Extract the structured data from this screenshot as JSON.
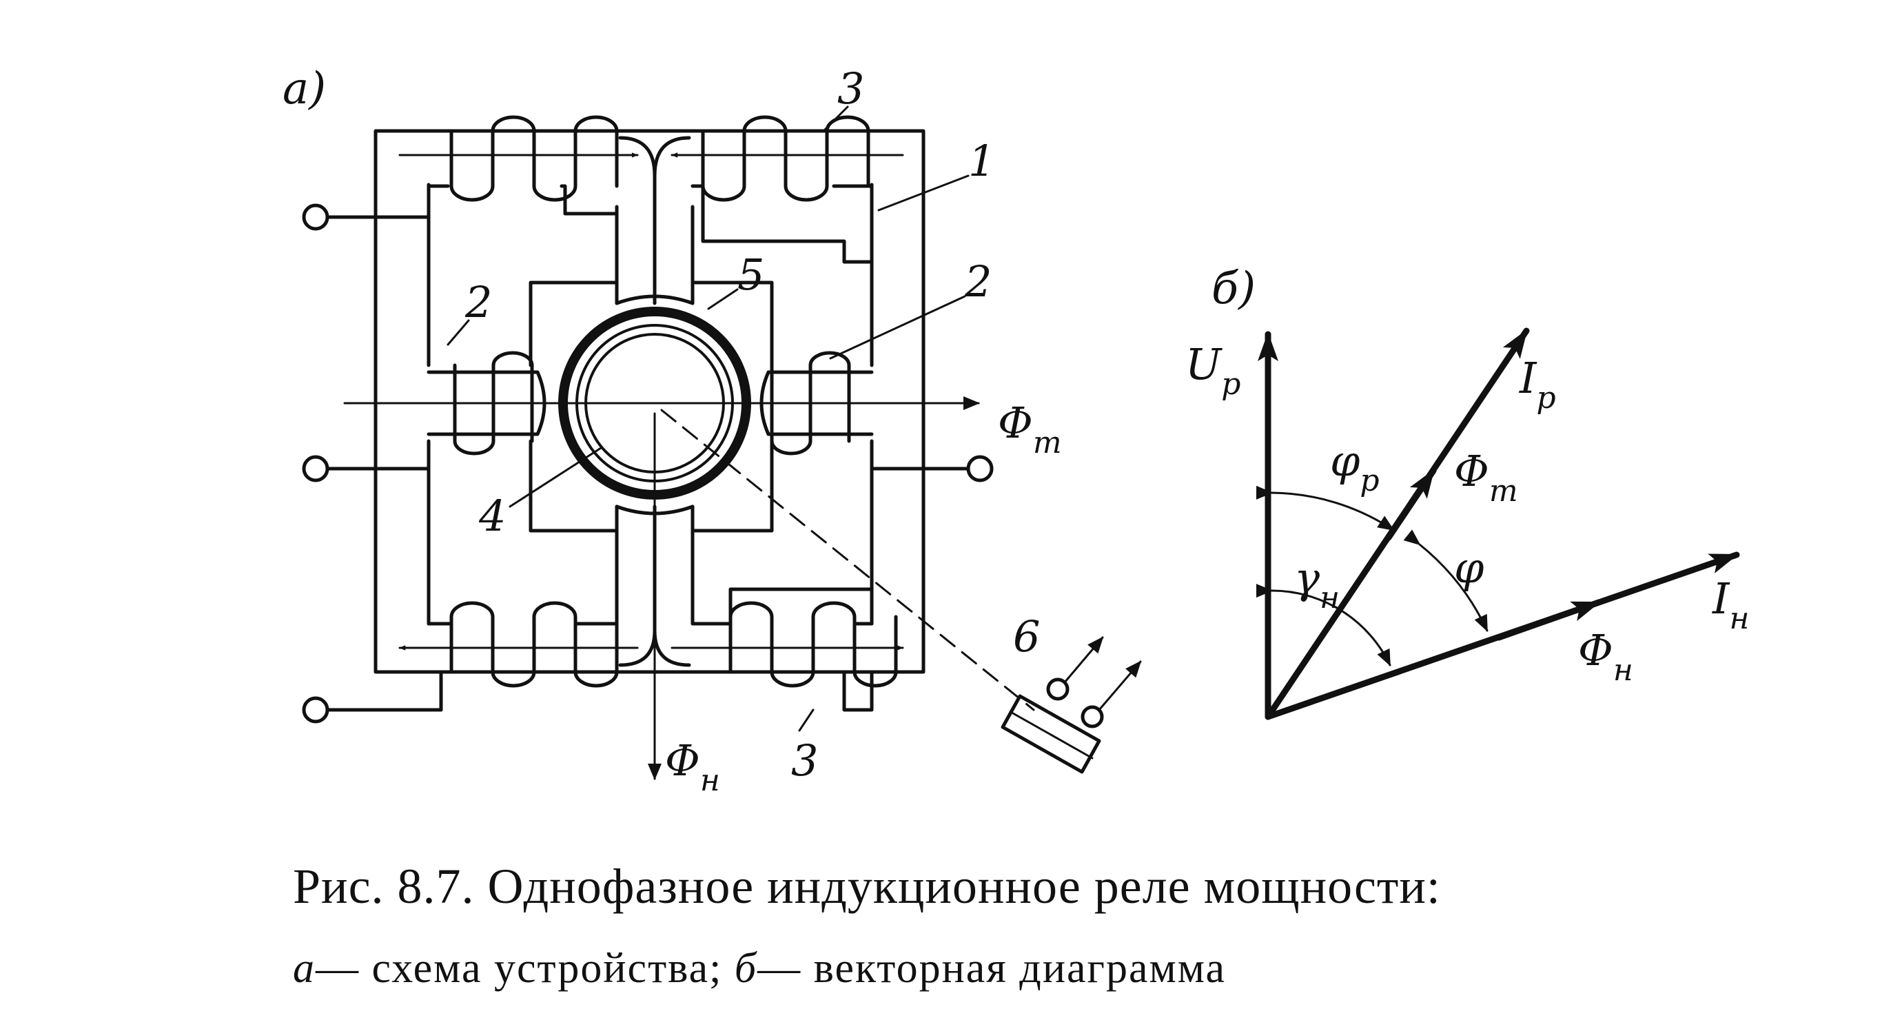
{
  "panel_a": {
    "label": "a)",
    "callouts": {
      "yoke": "1",
      "current_coil": "2",
      "voltage_coil": "3",
      "rotor_core": "4",
      "disc": "5",
      "contacts": "6"
    },
    "flux_current": {
      "main": "Φ",
      "sub": "т"
    },
    "flux_voltage": {
      "main": "Φ",
      "sub": "н"
    }
  },
  "panel_b": {
    "label": "б)",
    "vectors": {
      "voltage": {
        "main": "U",
        "sub": "р"
      },
      "current_relay": {
        "main": "I",
        "sub": "р"
      },
      "flux_t": {
        "main": "Φ",
        "sub": "т"
      },
      "current_n": {
        "main": "I",
        "sub": "н"
      },
      "flux_n": {
        "main": "Φ",
        "sub": "н"
      }
    },
    "angles": {
      "phi_p": {
        "main": "φ",
        "sub": "р"
      },
      "phi": {
        "main": "φ",
        "sub": ""
      },
      "gamma_n": {
        "main": "γ",
        "sub": "н"
      }
    }
  },
  "caption": {
    "line1": "Рис. 8.7. Однофазное индукционное реле мощности:",
    "a_letter": "а",
    "a_text": "— схема устройства;",
    "b_letter": "б",
    "b_text": "— векторная диаграмма"
  }
}
